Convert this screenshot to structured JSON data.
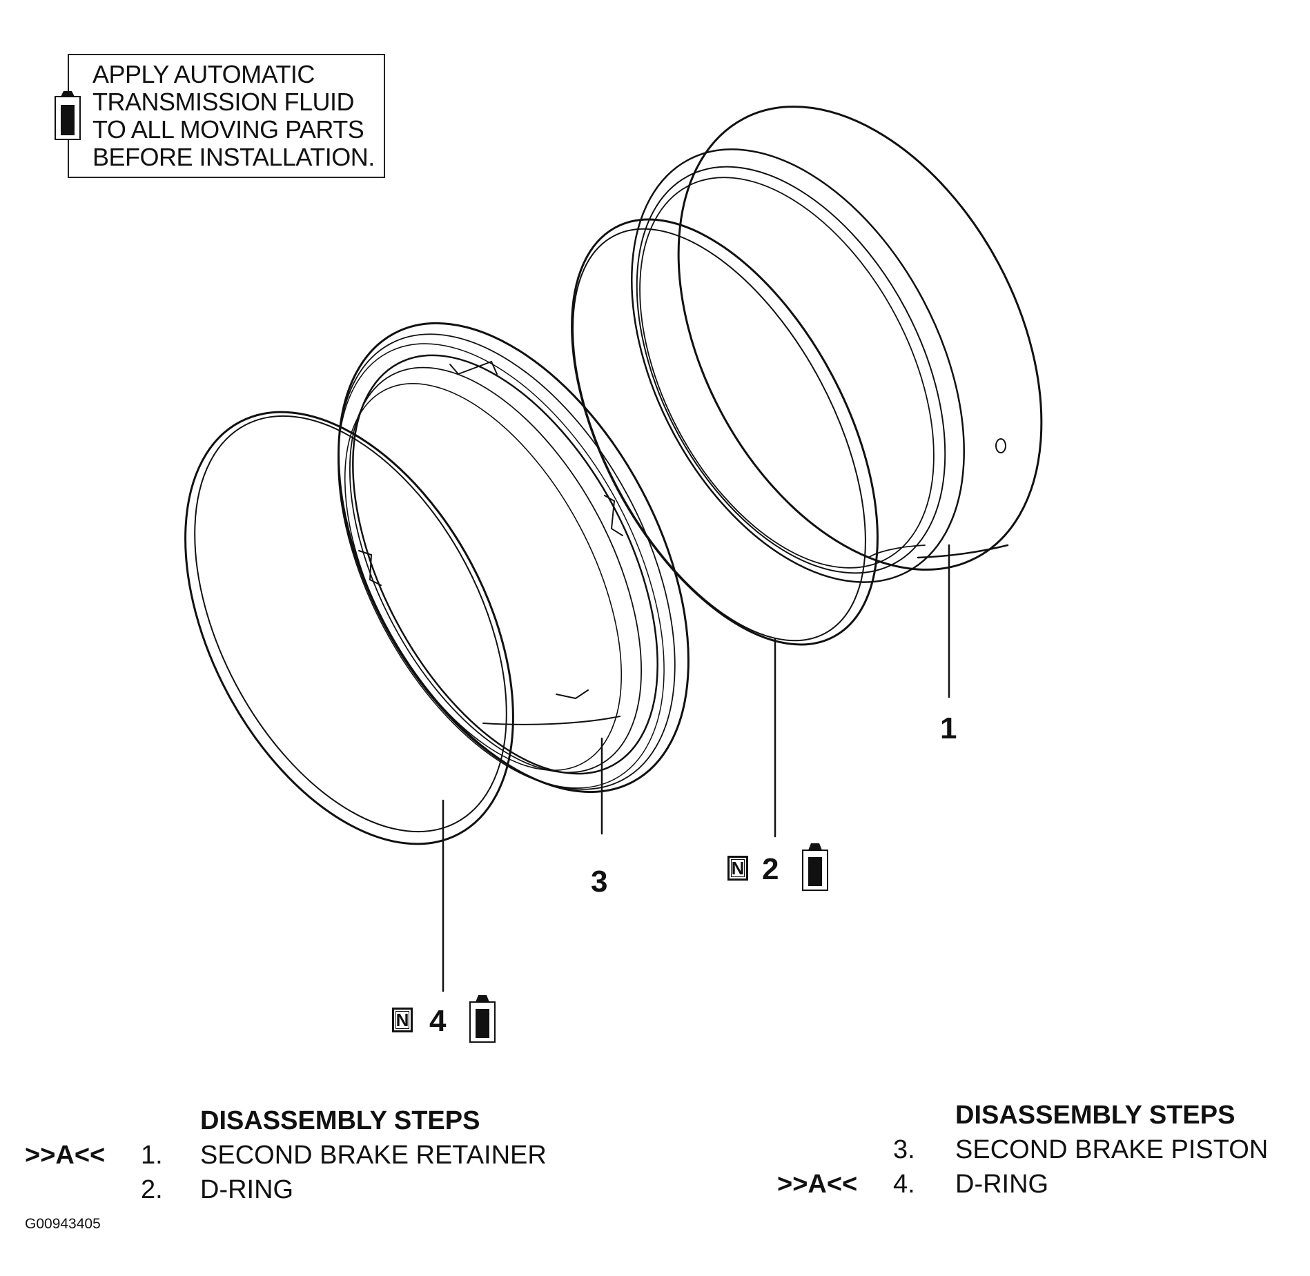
{
  "note": {
    "lines": [
      "APPLY AUTOMATIC",
      "TRANSMISSION FLUID",
      "TO ALL MOVING PARTS",
      "BEFORE INSTALLATION."
    ]
  },
  "callouts": {
    "part1": "1",
    "part2": "2",
    "part3": "3",
    "part4": "4",
    "new_part_mark": "N"
  },
  "steps_left": {
    "title": "DISASSEMBLY STEPS",
    "items": [
      {
        "mark": ">>A<<",
        "num": "1.",
        "label": "SECOND BRAKE RETAINER"
      },
      {
        "mark": "",
        "num": "2.",
        "label": "D-RING"
      }
    ]
  },
  "steps_right": {
    "title": "DISASSEMBLY STEPS",
    "items": [
      {
        "mark": "",
        "num": "3.",
        "label": "SECOND BRAKE PISTON"
      },
      {
        "mark": ">>A<<",
        "num": "4.",
        "label": "D-RING"
      }
    ]
  },
  "figure_id": "G00943405"
}
